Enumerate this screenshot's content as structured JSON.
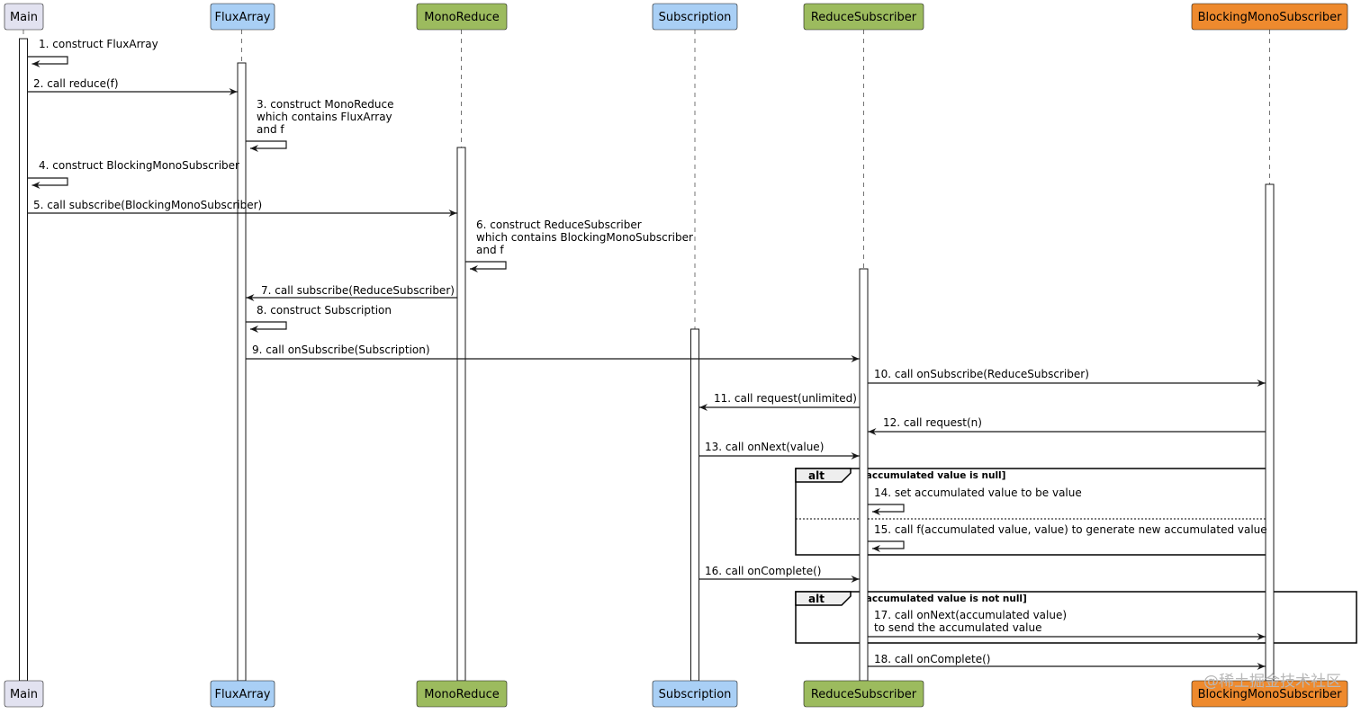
{
  "participants": [
    {
      "id": "main",
      "label": "Main",
      "fill": "#E2E2F0"
    },
    {
      "id": "flux",
      "label": "FluxArray",
      "fill": "#A9CFF5"
    },
    {
      "id": "mono",
      "label": "MonoReduce",
      "fill": "#9CBB5E"
    },
    {
      "id": "subs",
      "label": "Subscription",
      "fill": "#A9CFF5"
    },
    {
      "id": "reduce",
      "label": "ReduceSubscriber",
      "fill": "#9CBB5E"
    },
    {
      "id": "block",
      "label": "BlockingMonoSubscriber",
      "fill": "#EE8A2E"
    }
  ],
  "messages": [
    {
      "from": "main",
      "to": "main",
      "lines": [
        "1. construct FluxArray"
      ]
    },
    {
      "from": "main",
      "to": "flux",
      "lines": [
        "2. call reduce(f)"
      ]
    },
    {
      "from": "flux",
      "to": "flux",
      "lines": [
        "3. construct MonoReduce",
        "which contains FluxArray",
        "and f"
      ]
    },
    {
      "from": "main",
      "to": "main",
      "lines": [
        "4. construct BlockingMonoSubscriber"
      ]
    },
    {
      "from": "main",
      "to": "mono",
      "lines": [
        "5. call subscribe(BlockingMonoSubscriber)"
      ]
    },
    {
      "from": "mono",
      "to": "mono",
      "lines": [
        "6. construct ReduceSubscriber",
        "which contains BlockingMonoSubscriber",
        "and f"
      ]
    },
    {
      "from": "mono",
      "to": "flux",
      "lines": [
        "7. call subscribe(ReduceSubscriber)"
      ]
    },
    {
      "from": "flux",
      "to": "flux",
      "lines": [
        "8. construct Subscription"
      ]
    },
    {
      "from": "flux",
      "to": "reduce",
      "lines": [
        "9. call onSubscribe(Subscription)"
      ]
    },
    {
      "from": "reduce",
      "to": "block",
      "lines": [
        "10. call onSubscribe(ReduceSubscriber)"
      ]
    },
    {
      "from": "reduce",
      "to": "subs",
      "lines": [
        "11. call request(unlimited)"
      ]
    },
    {
      "from": "block",
      "to": "reduce",
      "lines": [
        "12. call request(n)"
      ]
    },
    {
      "from": "subs",
      "to": "reduce",
      "lines": [
        "13. call onNext(value)"
      ]
    },
    {
      "from": "reduce",
      "to": "reduce",
      "lines": [
        "14. set accumulated value to be value"
      ]
    },
    {
      "from": "reduce",
      "to": "reduce",
      "lines": [
        "15. call f(accumulated value, value) to generate new accumulated value"
      ]
    },
    {
      "from": "subs",
      "to": "reduce",
      "lines": [
        "16. call onComplete()"
      ]
    },
    {
      "from": "reduce",
      "to": "block",
      "lines": [
        "17. call onNext(accumulated value)",
        "to send the accumulated value"
      ]
    },
    {
      "from": "reduce",
      "to": "block",
      "lines": [
        "18. call onComplete()"
      ]
    }
  ],
  "alt_frames": [
    {
      "label": "alt",
      "guard": "[accumulated value is null]",
      "messages": [
        14,
        15
      ],
      "divider_after": 14
    },
    {
      "label": "alt",
      "guard": "[accumulated value is not null]",
      "messages": [
        17
      ]
    }
  ],
  "watermark": "@稀土掘金技术社区",
  "colors": {
    "line": "#181818",
    "lifeline": "#181818",
    "activation": "#ffffff"
  }
}
